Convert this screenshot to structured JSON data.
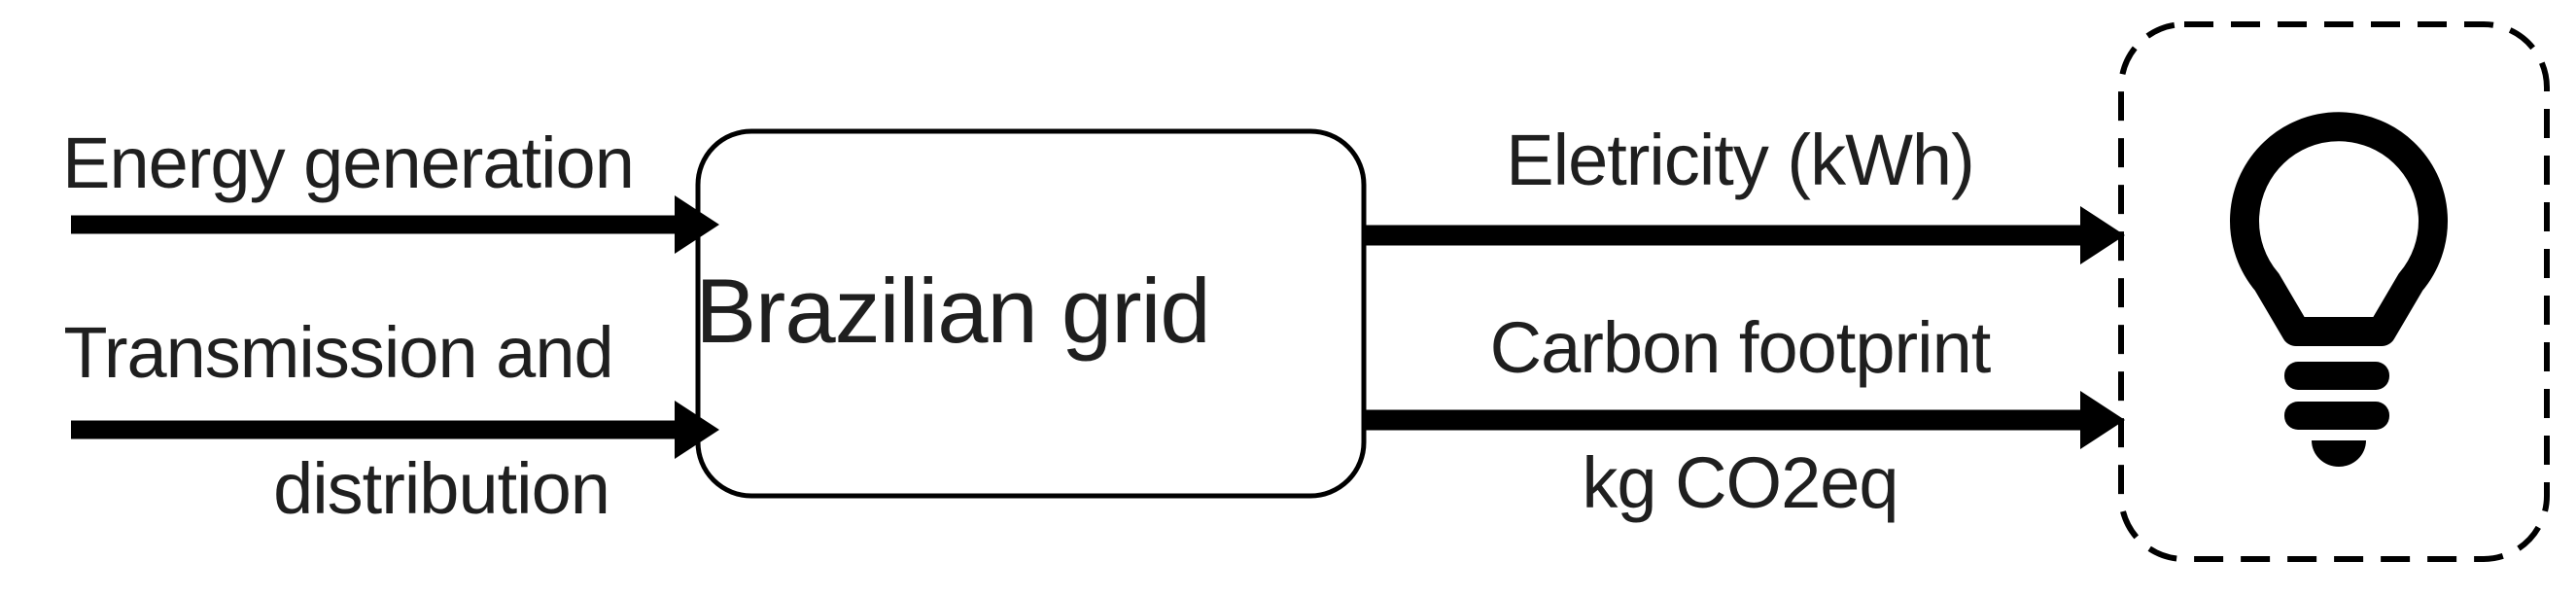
{
  "diagram": {
    "process_box": {
      "label": "Brazilian grid"
    },
    "inputs": {
      "arrow1_label": "Energy generation",
      "arrow2_label_line1": "Transmission and",
      "arrow2_label_line2": "distribution"
    },
    "outputs": {
      "arrow1_label": "Eletricity (kWh)",
      "arrow2_label_line1": "Carbon footprint",
      "arrow2_label_line2": "kg CO2eq"
    },
    "consumer_box": {
      "icon": "light-bulb-icon"
    },
    "colors": {
      "line": "#000000",
      "text": "#1f1f1f",
      "background": "#ffffff"
    }
  }
}
